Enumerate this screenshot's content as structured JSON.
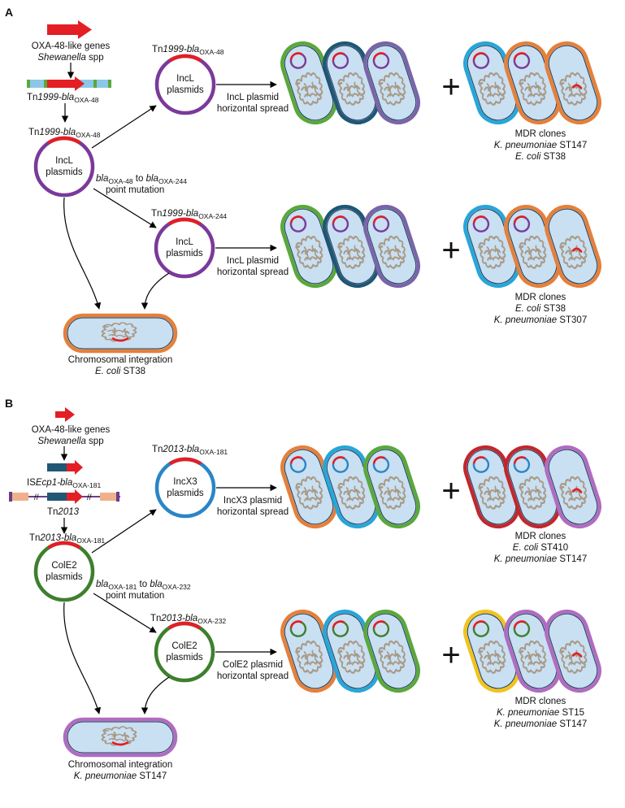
{
  "panelA": {
    "letter": "A",
    "gene_title": "OXA-48-like genes",
    "gene_source_genus": "Shewanella",
    "gene_source_suffix": " spp",
    "transposon_label": {
      "prefix": "Tn",
      "italic": "1999-bla",
      "sub": "OXA-48"
    },
    "plasmid1_tn": {
      "prefix": "Tn",
      "italic": "1999-bla",
      "sub": "OXA-48"
    },
    "plasmid1_name": "IncL",
    "plasmid_word": "plasmids",
    "plasmid2_tn": {
      "prefix": "Tn",
      "italic": "1999-bla",
      "sub": "OXA-48"
    },
    "plasmid2_name": "IncL",
    "plasmid3_tn": {
      "prefix": "Tn",
      "italic": "1999-bla",
      "sub": "OXA-244"
    },
    "plasmid3_name": "IncL",
    "mutation": {
      "from_italic": "bla",
      "from_sub": "OXA-48",
      "to_word": " to ",
      "to_italic": "bla",
      "to_sub": "OXA-244",
      "line2": "point mutation"
    },
    "spread1": [
      "IncL plasmid",
      "horizontal spread"
    ],
    "spread2": [
      "IncL plasmid",
      "horizontal spread"
    ],
    "clones1": {
      "title": "MDR clones",
      "items": [
        {
          "italic": "K. pneumoniae",
          "rest": " ST147"
        },
        {
          "italic": "E. coli",
          "rest": " ST38"
        }
      ]
    },
    "clones2": {
      "title": "MDR clones",
      "items": [
        {
          "italic": "E. coli",
          "rest": " ST38"
        },
        {
          "italic": "K. pneumoniae",
          "rest": " ST307"
        }
      ]
    },
    "chromosomal": {
      "title": "Chromosomal integration",
      "italic": "E. coli",
      "rest": " ST38"
    }
  },
  "panelB": {
    "letter": "B",
    "gene_title": "OXA-48-like genes",
    "gene_source_genus": "Shewanella",
    "gene_source_suffix": " spp",
    "is_label": {
      "prefix": "IS",
      "italic": "Ecp1-bla",
      "sub": "OXA-181"
    },
    "tn_label": {
      "prefix": "Tn",
      "italic": "2013"
    },
    "plasmid1_tn": {
      "prefix": "Tn",
      "italic": "2013-bla",
      "sub": "OXA-181"
    },
    "plasmid1_name": "IncX3",
    "plasmid2_tn": {
      "prefix": "Tn",
      "italic": "2013-bla",
      "sub": "OXA-181"
    },
    "plasmid2_name": "ColE2",
    "plasmid3_tn": {
      "prefix": "Tn",
      "italic": "2013-bla",
      "sub": "OXA-232"
    },
    "plasmid3_name": "ColE2",
    "plasmid_word": "plasmids",
    "mutation": {
      "from_italic": "bla",
      "from_sub": "OXA-181",
      "to_word": " to ",
      "to_italic": "bla",
      "to_sub": "OXA-232",
      "line2": "point mutation"
    },
    "spread1": [
      "IncX3 plasmid",
      "horizontal spread"
    ],
    "spread2": [
      "ColE2 plasmid",
      "horizontal spread"
    ],
    "clones1": {
      "title": "MDR clones",
      "items": [
        {
          "italic": "E. coli",
          "rest": " ST410"
        },
        {
          "italic": "K. pneumoniae",
          "rest": " ST147"
        }
      ]
    },
    "clones2": {
      "title": "MDR clones",
      "items": [
        {
          "italic": "K. pneumoniae",
          "rest": " ST15"
        },
        {
          "italic": "K. pneumoniae",
          "rest": " ST147"
        }
      ]
    },
    "chromosomal": {
      "title": "Chromosomal integration",
      "italic": "K. pneumoniae",
      "rest": " ST147"
    }
  },
  "plus_sign": "+",
  "colors": {
    "gene_red": "#e31e24",
    "incl_purple": "#7a3a9a",
    "incx3_blue": "#2a85c6",
    "cole2_green": "#3e7f2e",
    "cell_fill": "#c9dff2",
    "chromosome": "#a89a86",
    "green_outline": "#5aa83a",
    "navy_outline": "#1f5775",
    "violet_outline": "#7a64a8",
    "cyan_outline": "#27a6d9",
    "orange_outline": "#e5803a",
    "red_outline": "#c1272d",
    "magenta_outline": "#b06cc0",
    "yellow_outline": "#f2c31c"
  }
}
